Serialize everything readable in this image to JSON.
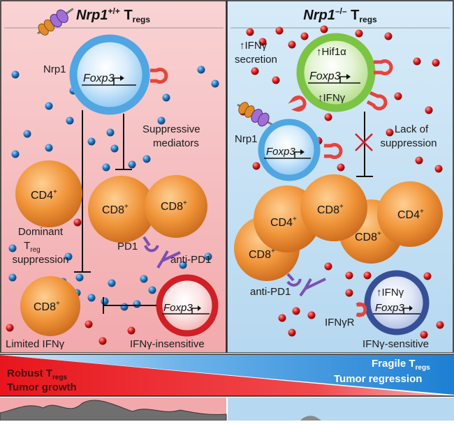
{
  "left_panel": {
    "title_gene": "Nrp1",
    "title_sup": "+/+",
    "title_T": " T",
    "title_sub": "regs",
    "nrp1_label": "Nrp1",
    "foxp3_main": "Foxp3",
    "suppressive_line1": "Suppressive",
    "suppressive_line2": "mediators",
    "cd4_label": "CD4",
    "cd4_sup": "+",
    "cd8a_label": "CD8",
    "cd8b_label": "CD8",
    "cd8c_label": "CD8",
    "cd8_sup": "+",
    "dominant_line1": "Dominant",
    "dominant_T": "T",
    "dominant_sub": "reg",
    "dominant_line3": "suppression",
    "pd1_label": "PD1",
    "antipd1_label": "anti-PD1",
    "foxp3_insensitive": "Foxp3",
    "limited_label": "Limited IFNγ",
    "insensitive_label": "IFNγ-insensitive"
  },
  "right_panel": {
    "title_gene": "Nrp1",
    "title_sup": "–/–",
    "title_T": " T",
    "title_sub": "regs",
    "ifng_secretion_line1": "↑IFNγ",
    "ifng_secretion_line2": "secretion",
    "hif_label": "↑Hif1α",
    "foxp3_green": "Foxp3",
    "ifng_green": "↑IFNγ",
    "nrp1_label": "Nrp1",
    "foxp3_blue": "Foxp3",
    "lack_line1": "Lack of",
    "lack_line2": "suppression",
    "cd4a_label": "CD4",
    "cd8a_label": "CD8",
    "cd8b_label": "CD8",
    "cd4b_label": "CD4",
    "cd8c_label": "CD8",
    "sup": "+",
    "antipd1_label": "anti-PD1",
    "ifng_navy": "↑IFNγ",
    "foxp3_navy": "Foxp3",
    "ifngr_label": "IFNγR",
    "sensitive_label": "IFNγ-sensitive"
  },
  "bottom_bar": {
    "robust_T": "Robust T",
    "robust_sub": "regs",
    "tumor_growth": "Tumor growth",
    "fragile_T": "Fragile T",
    "fragile_sub": "regs",
    "tumor_regression": "Tumor regression"
  },
  "colors": {
    "left_bg": "#f7c2c4",
    "right_bg": "#c7e1f3",
    "cd_orange": "#f0953a",
    "treg_blue": "#4fa6e3",
    "treg_green": "#7cc443",
    "treg_red": "#d11f25",
    "treg_navy": "#364f96",
    "dot_blue": "#1f6fb8",
    "dot_red": "#d41515",
    "antibody_purple": "#7a4fb5",
    "bar_red": "#e8161c",
    "bar_blue": "#1d7fd3"
  }
}
